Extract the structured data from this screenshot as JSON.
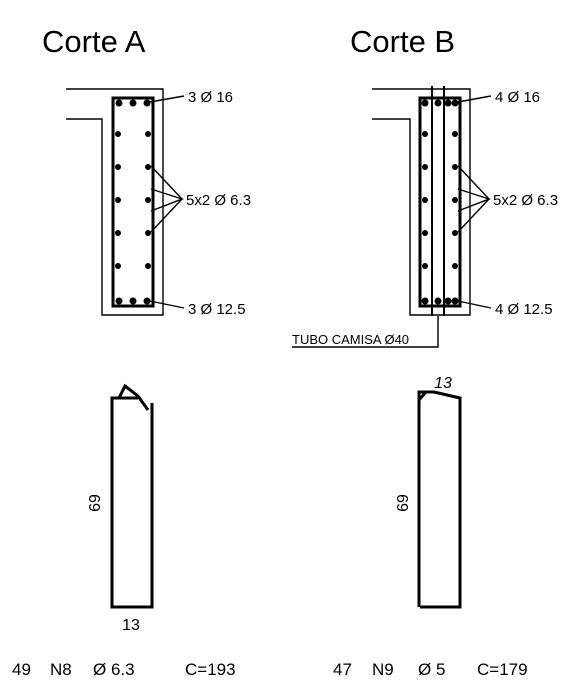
{
  "section_a": {
    "title": "Corte A",
    "label_top": "3 Ø 16",
    "label_side": "5x2 Ø 6.3",
    "label_bottom": "3 Ø 12.5",
    "stirrup_height": "69",
    "stirrup_width": "13",
    "footer": {
      "qty": "49",
      "mark": "N8",
      "diameter": "Ø 6.3",
      "length": "C=193"
    }
  },
  "section_b": {
    "title": "Corte B",
    "label_top": "4 Ø 16",
    "label_side": "5x2 Ø 6.3",
    "label_bottom": "4 Ø 12.5",
    "label_tube": "TUBO CAMISA Ø40",
    "stirrup_height": "69",
    "stirrup_width": "13",
    "footer": {
      "qty": "47",
      "mark": "N9",
      "diameter": "Ø 5",
      "length": "C=179"
    }
  }
}
